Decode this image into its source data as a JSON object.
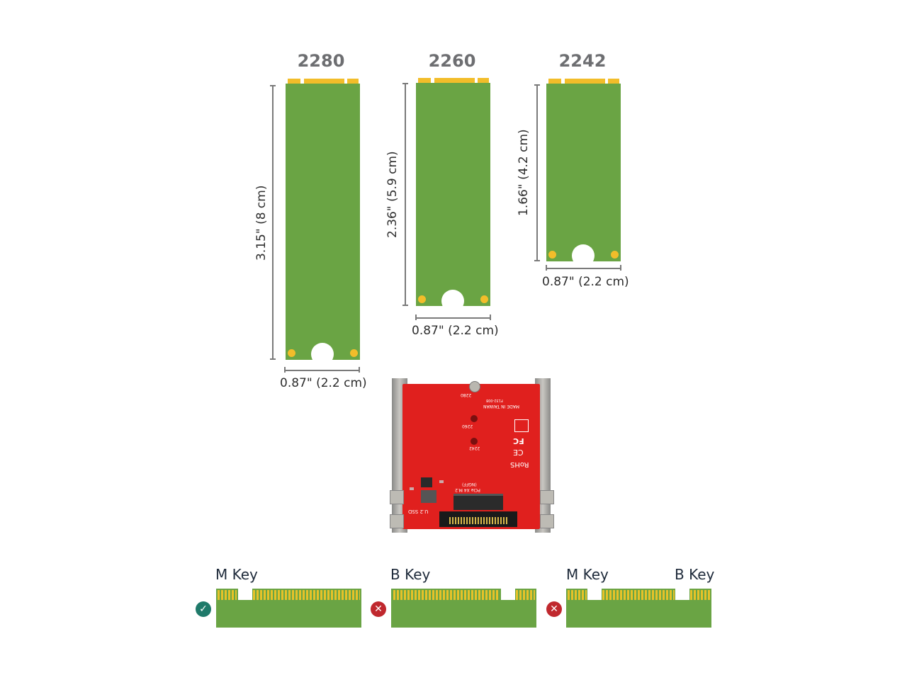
{
  "cards": [
    {
      "form_factor": "2280",
      "length": "3.15\" (8 cm)",
      "width": "0.87\" (2.2 cm)"
    },
    {
      "form_factor": "2260",
      "length": "2.36\" (5.9 cm)",
      "width": "0.87\" (2.2 cm)"
    },
    {
      "form_factor": "2242",
      "length": "1.66\" (4.2 cm)",
      "width": "0.87\" (2.2 cm)"
    }
  ],
  "adapter_photo": {
    "board_labels": [
      "2280",
      "2260",
      "2242",
      "MADE IN TAIWAN",
      "F132-008",
      "RoHS",
      "CE",
      "FC",
      "PCIe X4 M.2",
      "(NGFF)",
      "U.2 SSD"
    ]
  },
  "key_diagrams": [
    {
      "labels": [
        "M Key"
      ],
      "status": "compatible",
      "status_icon": "check-icon",
      "icon_glyph": "✓"
    },
    {
      "labels": [
        "B Key"
      ],
      "status": "incompatible",
      "status_icon": "x-icon",
      "icon_glyph": "✕"
    },
    {
      "labels": [
        "M Key",
        "B Key"
      ],
      "status": "incompatible",
      "status_icon": "x-icon",
      "icon_glyph": "✕"
    }
  ],
  "colors": {
    "pcb_green": "#6aa444",
    "gold": "#f2bd2a",
    "title_gray": "#6d6e71",
    "check_teal": "#1f7a6a",
    "x_red": "#c0282e",
    "adapter_red": "#e0201e"
  }
}
